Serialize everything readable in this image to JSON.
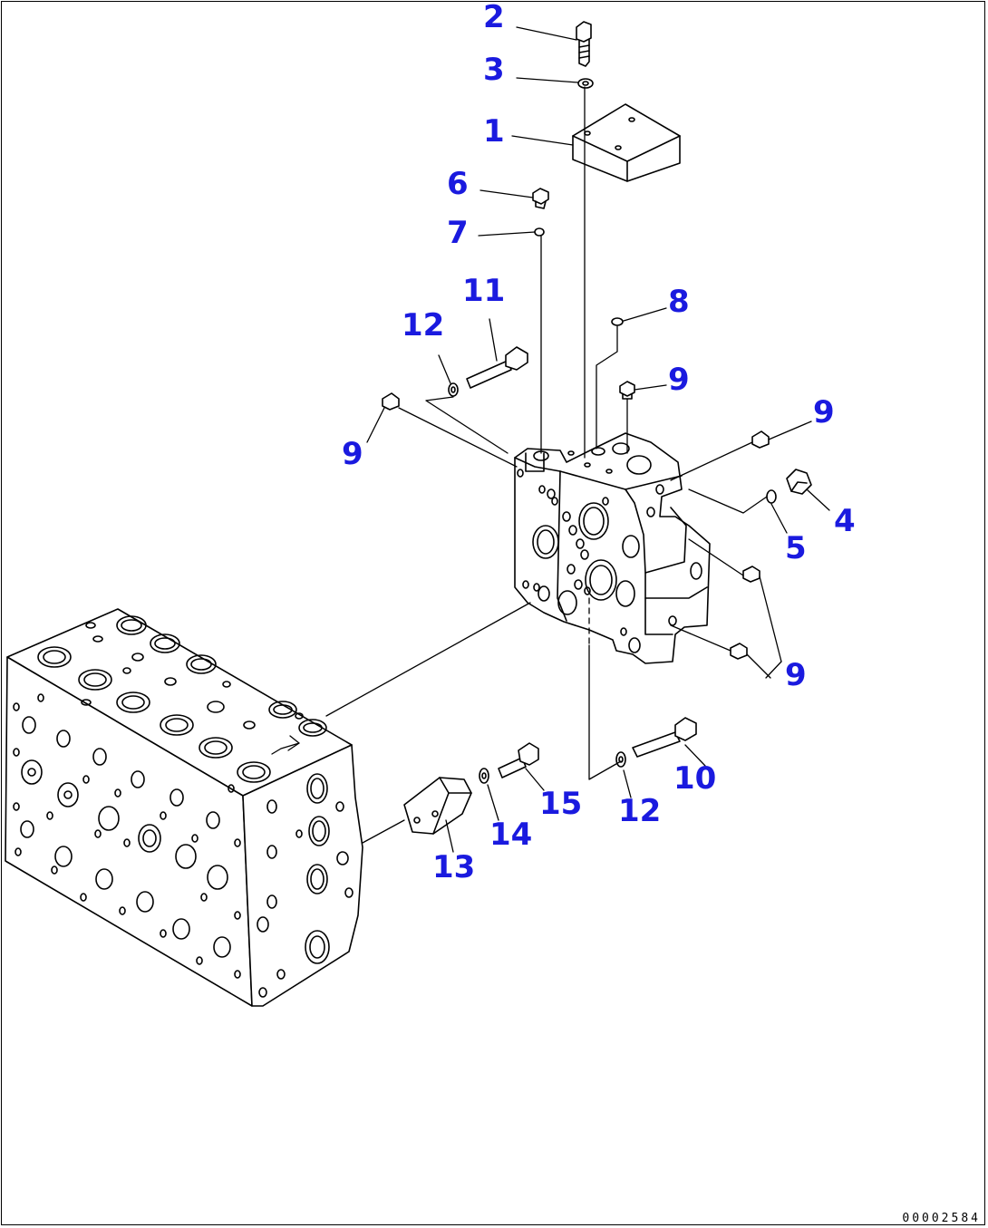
{
  "diagram": {
    "drawing_number": "00002584",
    "callouts": [
      {
        "id": "c2",
        "label": "2"
      },
      {
        "id": "c3",
        "label": "3"
      },
      {
        "id": "c1",
        "label": "1"
      },
      {
        "id": "c6",
        "label": "6"
      },
      {
        "id": "c7",
        "label": "7"
      },
      {
        "id": "c11",
        "label": "11"
      },
      {
        "id": "c8",
        "label": "8"
      },
      {
        "id": "c12a",
        "label": "12"
      },
      {
        "id": "c9a",
        "label": "9"
      },
      {
        "id": "c9b",
        "label": "9"
      },
      {
        "id": "c9c",
        "label": "9"
      },
      {
        "id": "c4",
        "label": "4"
      },
      {
        "id": "c5",
        "label": "5"
      },
      {
        "id": "c9d",
        "label": "9"
      },
      {
        "id": "c10",
        "label": "10"
      },
      {
        "id": "c15",
        "label": "15"
      },
      {
        "id": "c12b",
        "label": "12"
      },
      {
        "id": "c14",
        "label": "14"
      },
      {
        "id": "c13",
        "label": "13"
      }
    ]
  }
}
